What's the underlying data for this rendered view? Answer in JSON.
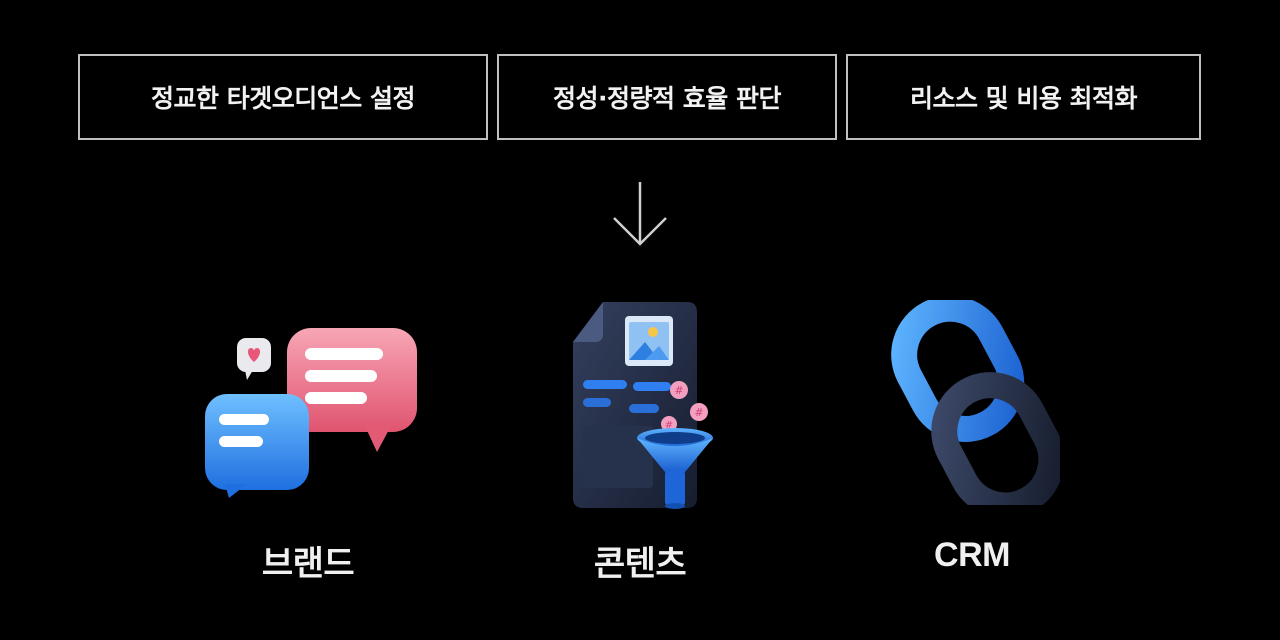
{
  "criteria": [
    {
      "label": "정교한 타겟오디언스 설정"
    },
    {
      "label": "정성·정량적 효율 판단"
    },
    {
      "label": "리소스 및 비용 최적화"
    }
  ],
  "arrow_icon": "down-arrow-icon",
  "categories": [
    {
      "label": "브랜드",
      "icon": "speech-bubbles-icon"
    },
    {
      "label": "콘텐츠",
      "icon": "document-funnel-icon"
    },
    {
      "label": "CRM",
      "icon": "chain-link-icon"
    }
  ],
  "colors": {
    "background": "#000000",
    "border": "#bfbfbf",
    "text": "#f2f2f2",
    "pink": "#ee6f8a",
    "blue": "#2f8fee",
    "navy": "#1d2740"
  }
}
